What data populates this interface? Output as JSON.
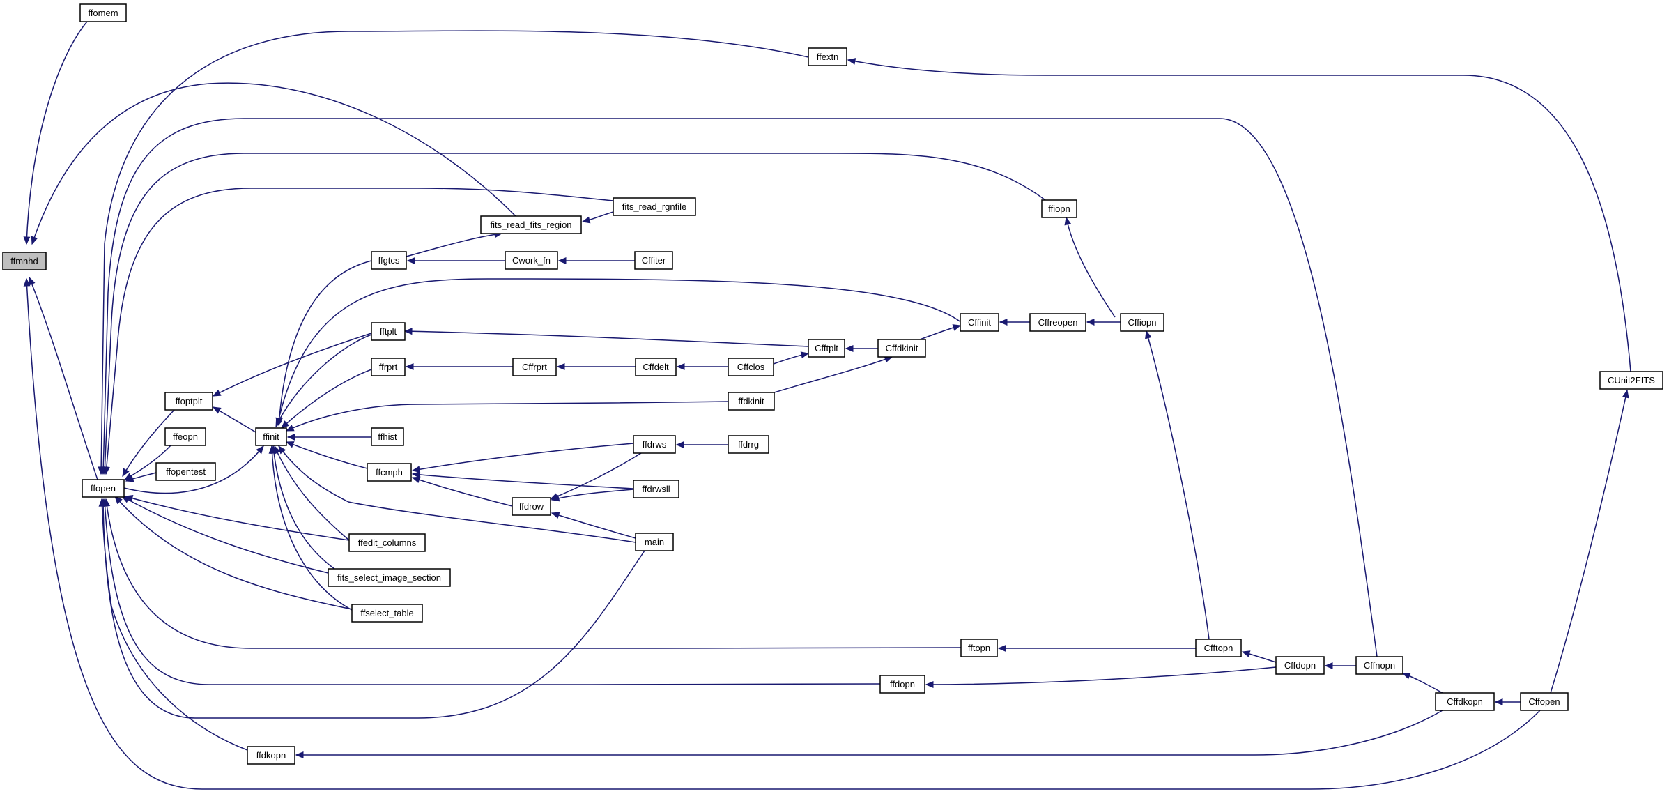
{
  "graph": {
    "root": "ffmnhd",
    "colors": {
      "edge": "#191970",
      "node_border": "#000000",
      "node_fill": "#ffffff",
      "root_fill": "#bfbfbf"
    },
    "nodes": [
      {
        "id": "ffmnhd",
        "label": "ffmnhd"
      },
      {
        "id": "ffomem",
        "label": "ffomem"
      },
      {
        "id": "ffopen",
        "label": "ffopen"
      },
      {
        "id": "ffextn",
        "label": "ffextn"
      },
      {
        "id": "ffiopn",
        "label": "ffiopn"
      },
      {
        "id": "fits_read_rgnfile",
        "label": "fits_read_rgnfile"
      },
      {
        "id": "fits_read_fits_region",
        "label": "fits_read_fits_region"
      },
      {
        "id": "ffgtcs",
        "label": "ffgtcs"
      },
      {
        "id": "Cwork_fn",
        "label": "Cwork_fn"
      },
      {
        "id": "Cffiter",
        "label": "Cffiter"
      },
      {
        "id": "fftplt",
        "label": "fftplt"
      },
      {
        "id": "ffrprt",
        "label": "ffrprt"
      },
      {
        "id": "Cffrprt",
        "label": "Cffrprt"
      },
      {
        "id": "Cffdelt",
        "label": "Cffdelt"
      },
      {
        "id": "Cffclos",
        "label": "Cffclos"
      },
      {
        "id": "Cfftplt",
        "label": "Cfftplt"
      },
      {
        "id": "Cffdkinit",
        "label": "Cffdkinit"
      },
      {
        "id": "Cffinit",
        "label": "Cffinit"
      },
      {
        "id": "Cffreopen",
        "label": "Cffreopen"
      },
      {
        "id": "Cffiopn",
        "label": "Cffiopn"
      },
      {
        "id": "ffdkinit",
        "label": "ffdkinit"
      },
      {
        "id": "ffoptplt",
        "label": "ffoptplt"
      },
      {
        "id": "ffinit",
        "label": "ffinit"
      },
      {
        "id": "ffhist",
        "label": "ffhist"
      },
      {
        "id": "ffeopn",
        "label": "ffeopn"
      },
      {
        "id": "ffopentest",
        "label": "ffopentest"
      },
      {
        "id": "ffcmph",
        "label": "ffcmph"
      },
      {
        "id": "ffdrws",
        "label": "ffdrws"
      },
      {
        "id": "ffdrrg",
        "label": "ffdrrg"
      },
      {
        "id": "ffdrwsll",
        "label": "ffdrwsll"
      },
      {
        "id": "ffdrow",
        "label": "ffdrow"
      },
      {
        "id": "main",
        "label": "main"
      },
      {
        "id": "ffedit_columns",
        "label": "ffedit_columns"
      },
      {
        "id": "fits_select_image_section",
        "label": "fits_select_image_section"
      },
      {
        "id": "ffselect_table",
        "label": "ffselect_table"
      },
      {
        "id": "fftopn",
        "label": "fftopn"
      },
      {
        "id": "Cfftopn",
        "label": "Cfftopn"
      },
      {
        "id": "Cffdopn",
        "label": "Cffdopn"
      },
      {
        "id": "Cffnopn",
        "label": "Cffnopn"
      },
      {
        "id": "ffdopn",
        "label": "ffdopn"
      },
      {
        "id": "Cffdkopn",
        "label": "Cffdkopn"
      },
      {
        "id": "Cffopen",
        "label": "Cffopen"
      },
      {
        "id": "ffdkopn",
        "label": "ffdkopn"
      },
      {
        "id": "CUnit2FITS",
        "label": "CUnit2FITS"
      }
    ],
    "edges": [
      {
        "from": "ffomem",
        "to": "ffmnhd"
      },
      {
        "from": "ffopen",
        "to": "ffmnhd"
      },
      {
        "from": "fits_read_fits_region",
        "to": "ffmnhd"
      },
      {
        "from": "Cffopen",
        "to": "ffmnhd"
      },
      {
        "from": "ffextn",
        "to": "ffopen"
      },
      {
        "from": "Cffnopn",
        "to": "ffopen"
      },
      {
        "from": "ffiopn",
        "to": "ffopen"
      },
      {
        "from": "fits_read_rgnfile",
        "to": "ffopen"
      },
      {
        "from": "ffoptplt",
        "to": "ffopen"
      },
      {
        "from": "ffeopn",
        "to": "ffopen"
      },
      {
        "from": "ffopentest",
        "to": "ffopen"
      },
      {
        "from": "ffedit_columns",
        "to": "ffopen"
      },
      {
        "from": "fits_select_image_section",
        "to": "ffopen"
      },
      {
        "from": "ffselect_table",
        "to": "ffopen"
      },
      {
        "from": "fftopn",
        "to": "ffopen"
      },
      {
        "from": "ffdopn",
        "to": "ffopen"
      },
      {
        "from": "main",
        "to": "ffopen"
      },
      {
        "from": "ffdkopn",
        "to": "ffopen"
      },
      {
        "from": "CUnit2FITS",
        "to": "ffextn"
      },
      {
        "from": "fits_read_rgnfile",
        "to": "fits_read_fits_region"
      },
      {
        "from": "ffgtcs",
        "to": "fits_read_fits_region"
      },
      {
        "from": "Cwork_fn",
        "to": "ffgtcs"
      },
      {
        "from": "Cffiter",
        "to": "Cwork_fn"
      },
      {
        "from": "Cffiopn",
        "to": "ffiopn"
      },
      {
        "from": "Cffreopen",
        "to": "Cffinit"
      },
      {
        "from": "Cffiopn",
        "to": "Cffreopen"
      },
      {
        "from": "Cffdkinit",
        "to": "Cffinit"
      },
      {
        "from": "Cfftplt",
        "to": "fftplt"
      },
      {
        "from": "Cffdkinit",
        "to": "Cfftplt"
      },
      {
        "from": "Cffclos",
        "to": "Cfftplt"
      },
      {
        "from": "Cffdelt",
        "to": "Cffclos"
      },
      {
        "from": "Cffrprt",
        "to": "Cffdelt"
      },
      {
        "from": "ffrprt",
        "to": "Cffrprt"
      },
      {
        "from": "ffdkinit",
        "to": "Cffdkinit"
      },
      {
        "from": "fftplt",
        "to": "ffoptplt"
      },
      {
        "from": "ffinit",
        "to": "ffoptplt"
      },
      {
        "from": "ffgtcs",
        "to": "ffinit"
      },
      {
        "from": "Cffinit",
        "to": "ffinit"
      },
      {
        "from": "fftplt",
        "to": "ffinit"
      },
      {
        "from": "ffrprt",
        "to": "ffinit"
      },
      {
        "from": "ffdkinit",
        "to": "ffinit"
      },
      {
        "from": "ffhist",
        "to": "ffinit"
      },
      {
        "from": "ffcmph",
        "to": "ffinit"
      },
      {
        "from": "main",
        "to": "ffinit"
      },
      {
        "from": "ffedit_columns",
        "to": "ffinit"
      },
      {
        "from": "fits_select_image_section",
        "to": "ffinit"
      },
      {
        "from": "ffselect_table",
        "to": "ffinit"
      },
      {
        "from": "ffopen",
        "to": "ffinit"
      },
      {
        "from": "ffdrws",
        "to": "ffcmph"
      },
      {
        "from": "ffdrwsll",
        "to": "ffcmph"
      },
      {
        "from": "ffdrow",
        "to": "ffcmph"
      },
      {
        "from": "ffdrrg",
        "to": "ffdrws"
      },
      {
        "from": "ffdrws",
        "to": "ffdrow"
      },
      {
        "from": "ffdrwsll",
        "to": "ffdrow"
      },
      {
        "from": "main",
        "to": "ffdrow"
      },
      {
        "from": "Cfftopn",
        "to": "Cffiopn"
      },
      {
        "from": "Cfftopn",
        "to": "fftopn"
      },
      {
        "from": "Cffdopn",
        "to": "Cfftopn"
      },
      {
        "from": "Cffdopn",
        "to": "ffdopn"
      },
      {
        "from": "Cffnopn",
        "to": "Cffdopn"
      },
      {
        "from": "Cffdkopn",
        "to": "Cffnopn"
      },
      {
        "from": "Cffopen",
        "to": "Cffdkopn"
      },
      {
        "from": "Cffdkopn",
        "to": "ffdkopn"
      },
      {
        "from": "Cffopen",
        "to": "CUnit2FITS"
      }
    ]
  }
}
